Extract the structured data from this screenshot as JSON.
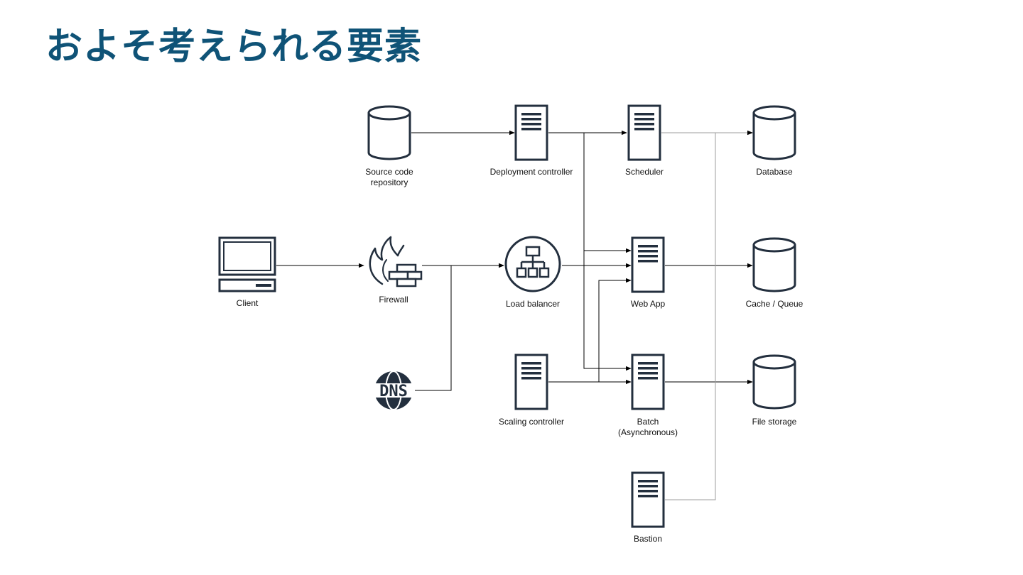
{
  "title": "およそ考えられる要素",
  "colors": {
    "title": "#0f5377",
    "icon_stroke": "#232f3e",
    "connector": "#000000",
    "connector_light": "#9e9e9e"
  },
  "nodes": [
    {
      "id": "client",
      "label": "Client",
      "icon": "desktop-computer-icon"
    },
    {
      "id": "firewall",
      "label": "Firewall",
      "icon": "firewall-icon"
    },
    {
      "id": "dns",
      "label": "",
      "icon": "dns-globe-icon"
    },
    {
      "id": "source",
      "label": "Source code\nrepository",
      "icon": "database-cylinder-icon"
    },
    {
      "id": "deploy",
      "label": "Deployment controller",
      "icon": "server-icon"
    },
    {
      "id": "lb",
      "label": "Load balancer",
      "icon": "load-balancer-icon"
    },
    {
      "id": "scaling",
      "label": "Scaling controller",
      "icon": "server-icon"
    },
    {
      "id": "scheduler",
      "label": "Scheduler",
      "icon": "server-icon"
    },
    {
      "id": "webapp",
      "label": "Web App",
      "icon": "server-icon"
    },
    {
      "id": "batch",
      "label": "Batch\n(Asynchronous)",
      "icon": "server-icon"
    },
    {
      "id": "bastion",
      "label": "Bastion",
      "icon": "server-icon"
    },
    {
      "id": "database",
      "label": "Database",
      "icon": "database-cylinder-icon"
    },
    {
      "id": "cache",
      "label": "Cache / Queue",
      "icon": "database-cylinder-icon"
    },
    {
      "id": "storage",
      "label": "File storage",
      "icon": "database-cylinder-icon"
    }
  ],
  "edges": [
    {
      "from": "client",
      "to": "firewall"
    },
    {
      "from": "firewall",
      "to": "lb"
    },
    {
      "from": "dns",
      "to": "lb"
    },
    {
      "from": "source",
      "to": "deploy"
    },
    {
      "from": "deploy",
      "to": "scheduler"
    },
    {
      "from": "deploy",
      "to": "webapp"
    },
    {
      "from": "deploy",
      "to": "batch"
    },
    {
      "from": "lb",
      "to": "webapp"
    },
    {
      "from": "scaling",
      "to": "webapp"
    },
    {
      "from": "scaling",
      "to": "batch"
    },
    {
      "from": "scheduler",
      "to": "database"
    },
    {
      "from": "webapp",
      "to": "cache"
    },
    {
      "from": "batch",
      "to": "storage"
    },
    {
      "from": "bastion",
      "to": "database"
    }
  ]
}
